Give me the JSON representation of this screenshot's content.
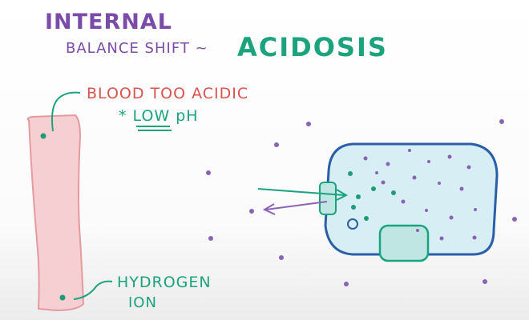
{
  "title": "INTERNAL",
  "subtitle": {
    "lead": "BALANCE SHIFT ~",
    "topic": "ACIDOSIS"
  },
  "labels": {
    "blood": "BLOOD TOO ACIDIC",
    "low_ph": "* LOW pH",
    "hydrogen": "HYDROGEN",
    "ion": "ION"
  },
  "colors": {
    "purple_text": "#7a4ba8",
    "teal": "#1aa37d",
    "red_text": "#d9534f",
    "vessel_fill": "#f6cfd2",
    "vessel_stroke": "#e59aa0",
    "cell_fill": "#d7eef5",
    "cell_stroke": "#2b5ea8",
    "ion_dot": "#1b9e77",
    "particle_dot": "#8a63b8"
  }
}
